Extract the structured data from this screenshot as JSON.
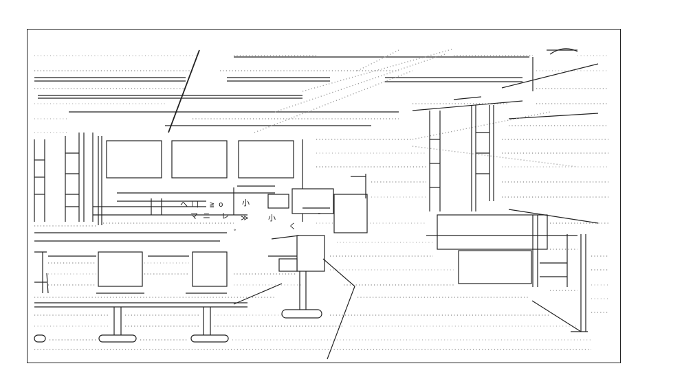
{
  "scene": {
    "kind": "text-art",
    "colors": {
      "ink": "#222222",
      "dots": "#9a9a9a",
      "paper": "#ffffff"
    },
    "glyphs": {
      "g1": "へ",
      "g2": "凵",
      "g3": "≧",
      "g4": "o",
      "g5": "小",
      "g6": "マ",
      "g7": "ニ",
      "g8": "レ",
      "g9": "≫",
      "g10": "く",
      "g11": "丁",
      "g12": "二",
      "g13": "‖",
      "g14": "ﾞ"
    }
  }
}
